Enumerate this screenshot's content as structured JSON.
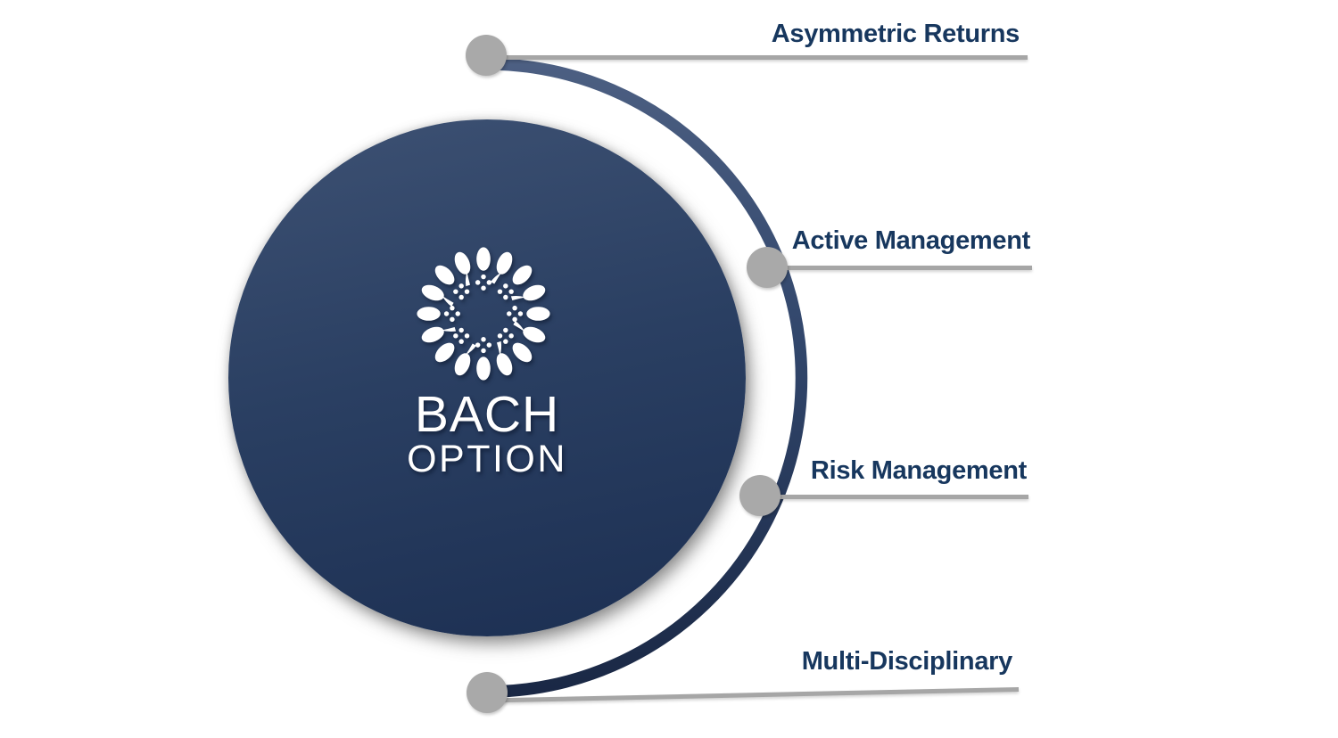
{
  "brand": {
    "line1": "BACH",
    "line2": "OPTION"
  },
  "features": [
    {
      "label": "Asymmetric Returns"
    },
    {
      "label": "Active Management"
    },
    {
      "label": "Risk Management"
    },
    {
      "label": "Multi-Disciplinary"
    }
  ],
  "colors": {
    "label_text": "#17375e",
    "connector_line": "#a6a6a6",
    "node_dot": "#a9a9a9",
    "circle_gradient_top": "#3d5173",
    "circle_gradient_bottom": "#1c2f52",
    "arc_gradient_top": "#4a5d80",
    "arc_gradient_bottom": "#1a2845",
    "logo_color": "#ffffff",
    "background": "#ffffff"
  }
}
